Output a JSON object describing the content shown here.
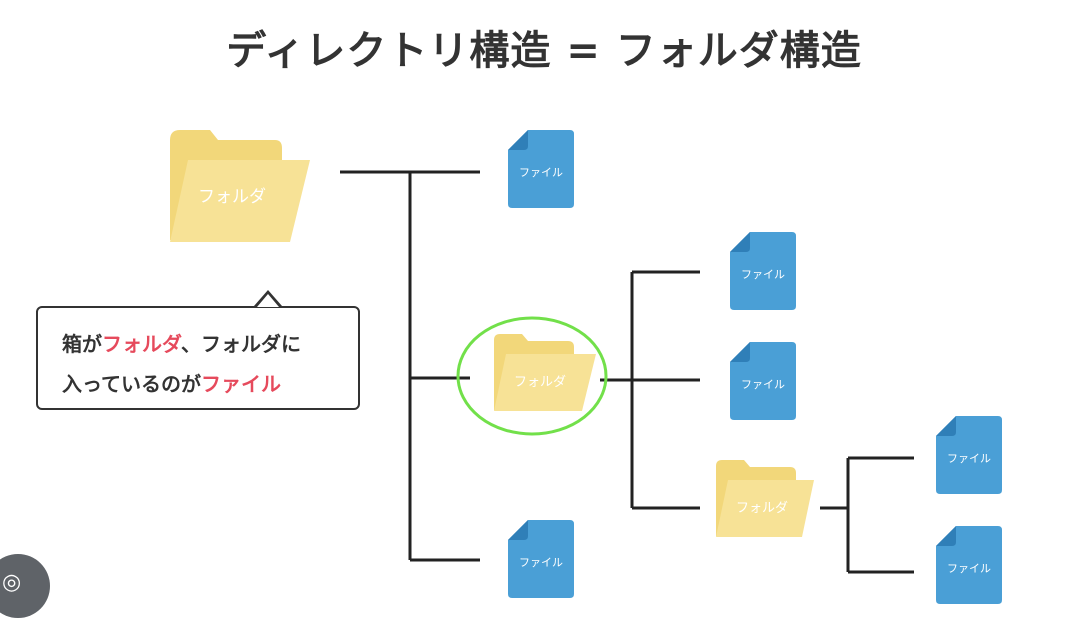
{
  "title": "ディレクトリ構造 = フォルダ構造",
  "folder_label": "フォルダ",
  "file_label": "ファイル",
  "callout": {
    "line1_part1": "箱が",
    "line1_part2": "フォルダ",
    "line1_part3": "、フォルダに",
    "line2_part1": "入っているのが",
    "line2_part2": "ファイル"
  },
  "colors": {
    "folder_back": "#f2d77a",
    "folder_front": "#f7e296",
    "file_blue": "#4a9fd6",
    "file_fold": "#2f7fb8",
    "line": "#222222",
    "highlight_circle": "#72e04a",
    "accent_text": "#e64a5c"
  },
  "icons": {
    "lens": "google-lens-icon"
  }
}
